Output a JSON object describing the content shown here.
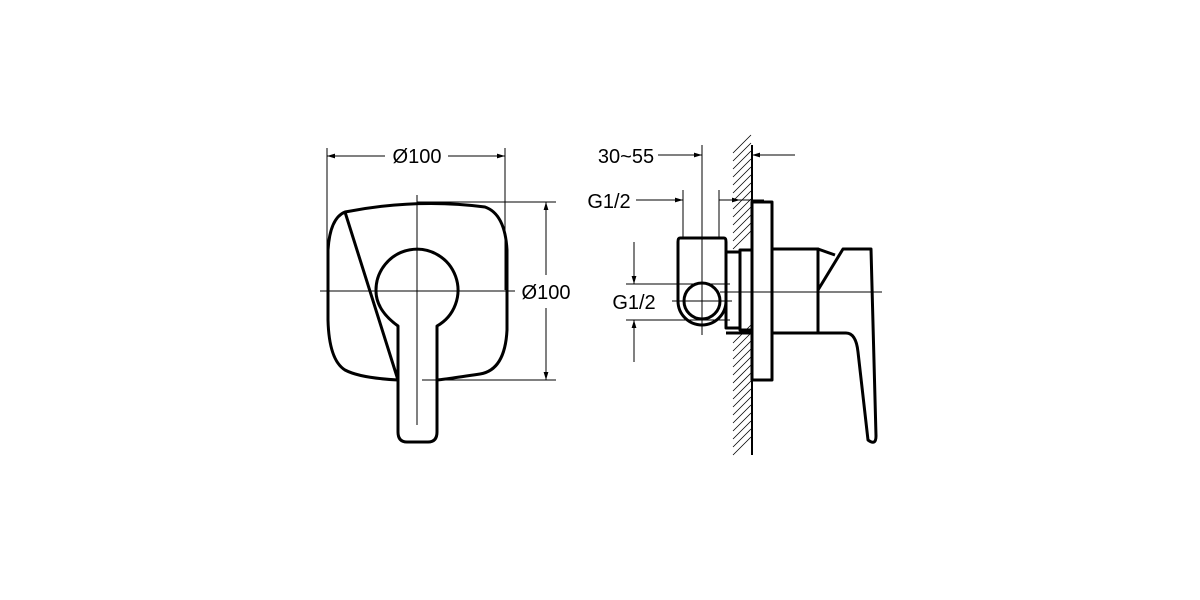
{
  "front_view": {
    "width_label": "Ø100",
    "height_label": "Ø100"
  },
  "side_view": {
    "depth_label": "30~55",
    "top_connection_label": "G1/2",
    "side_connection_label": "G1/2"
  },
  "colors": {
    "line": "#000000",
    "background": "#ffffff"
  }
}
